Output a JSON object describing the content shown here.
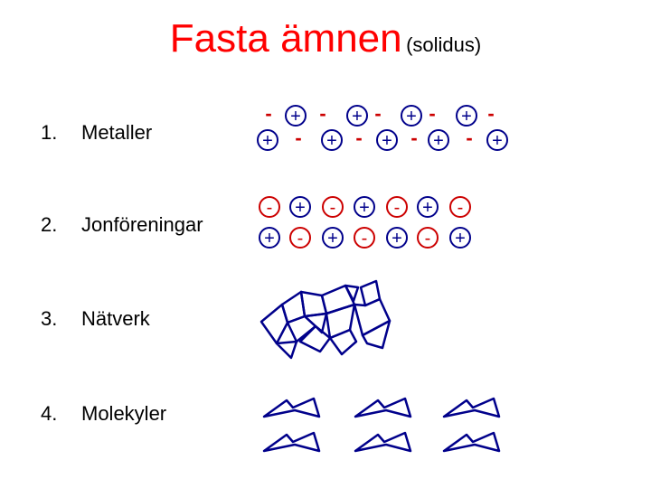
{
  "title": {
    "main": "Fasta ämnen",
    "sub": "(solidus)"
  },
  "items": [
    {
      "number": "1.",
      "label": "Metaller"
    },
    {
      "number": "2.",
      "label": "Jonföreningar"
    },
    {
      "number": "3.",
      "label": "Nätverk"
    },
    {
      "number": "4.",
      "label": "Molekyler"
    }
  ],
  "symbols": {
    "plus": "+",
    "minus": "-"
  },
  "colors": {
    "title": "#ff0000",
    "cation": "#00008b",
    "anion": "#cc0000",
    "text": "#000000"
  }
}
